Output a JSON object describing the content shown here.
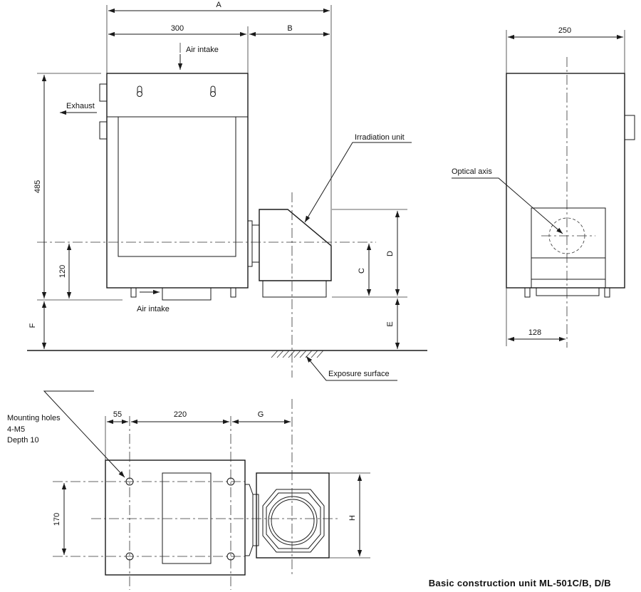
{
  "labels": {
    "air_intake_top": "Air intake",
    "air_intake_bottom": "Air intake",
    "exhaust": "Exhaust",
    "irradiation_unit": "Irradiation unit",
    "exposure_surface": "Exposure surface",
    "optical_axis": "Optical axis",
    "mounting_holes_1": "Mounting holes",
    "mounting_holes_2": "4-M5",
    "mounting_holes_3": "Depth 10"
  },
  "dimensions": {
    "a": "A",
    "w300": "300",
    "b": "B",
    "h485": "485",
    "h120": "120",
    "c": "C",
    "d": "D",
    "e": "E",
    "f": "F",
    "w250": "250",
    "w128": "128",
    "w55": "55",
    "w220": "220",
    "g": "G",
    "h170": "170",
    "h": "H"
  },
  "caption": "Basic construction unit ML-501C/B, D/B"
}
